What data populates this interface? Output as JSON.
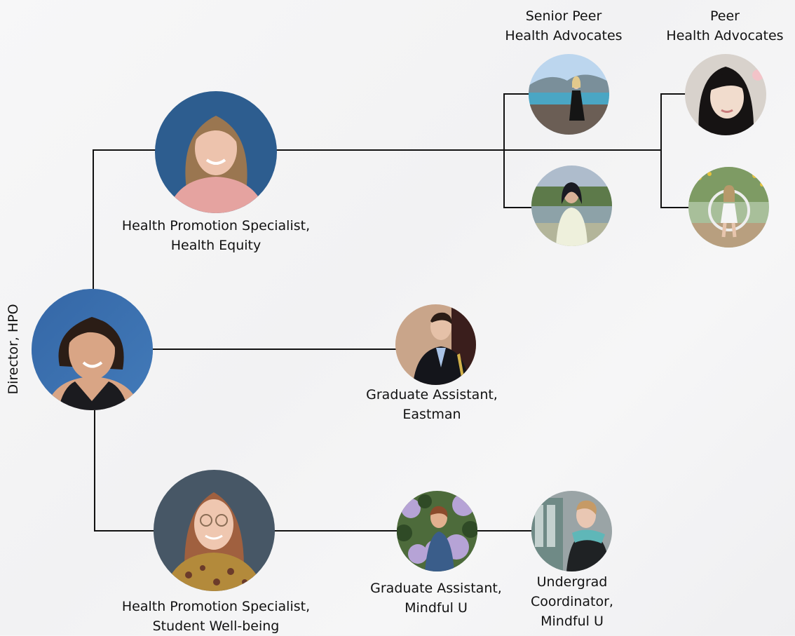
{
  "director": {
    "title": "Director, HPO"
  },
  "specialist_equity": {
    "line1": "Health Promotion Specialist,",
    "line2": "Health Equity"
  },
  "specialist_wellbeing": {
    "line1": "Health Promotion Specialist,",
    "line2": "Student Well-being"
  },
  "ga_eastman": {
    "line1": "Graduate Assistant,",
    "line2": "Eastman"
  },
  "ga_mindful": {
    "line1": "Graduate Assistant,",
    "line2": "Mindful U"
  },
  "undergrad_coordinator": {
    "line1": "Undergrad",
    "line2": "Coordinator,",
    "line3": "Mindful U"
  },
  "senior_peer_header": {
    "line1": "Senior Peer",
    "line2": "Health Advocates"
  },
  "peer_header": {
    "line1": "Peer",
    "line2": "Health Advocates"
  }
}
